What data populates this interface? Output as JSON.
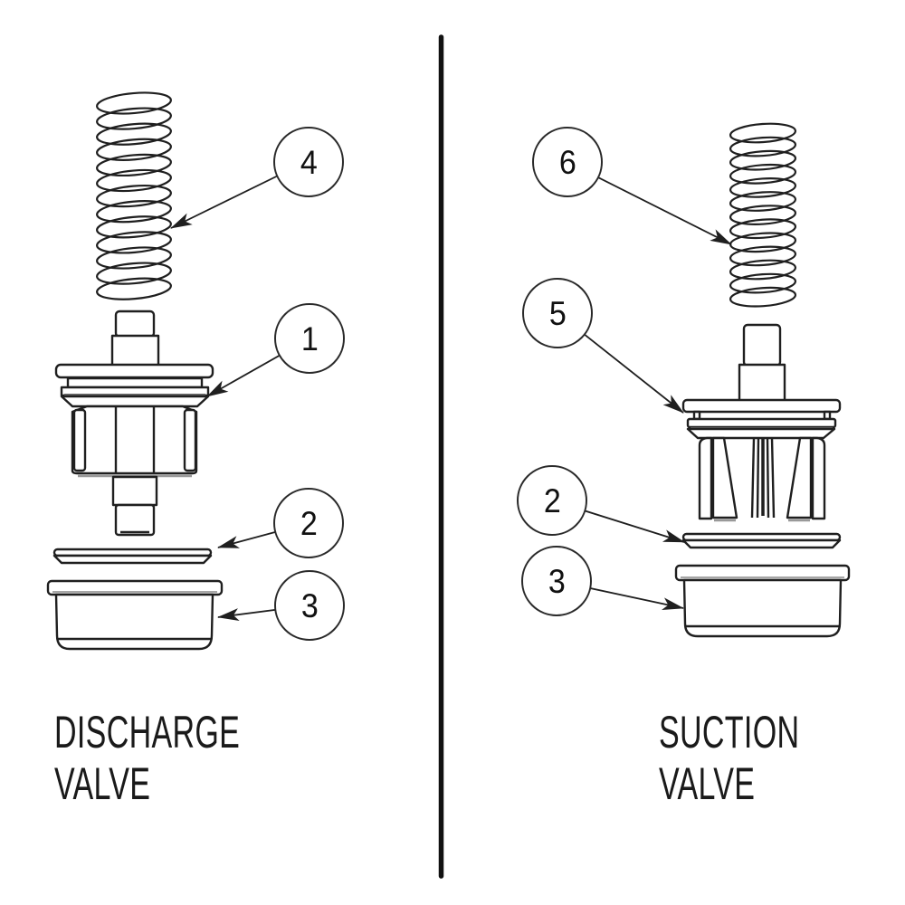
{
  "diagram": {
    "colors": {
      "line": "#1f1f1f",
      "background": "#ffffff",
      "divider": "#111111"
    },
    "left": {
      "label_line1": "DISCHARGE",
      "label_line2": "VALVE",
      "callouts": [
        {
          "number": "4"
        },
        {
          "number": "1"
        },
        {
          "number": "2"
        },
        {
          "number": "3"
        }
      ]
    },
    "right": {
      "label_line1": "SUCTION",
      "label_line2": "VALVE",
      "callouts": [
        {
          "number": "6"
        },
        {
          "number": "5"
        },
        {
          "number": "2"
        },
        {
          "number": "3"
        }
      ]
    }
  }
}
